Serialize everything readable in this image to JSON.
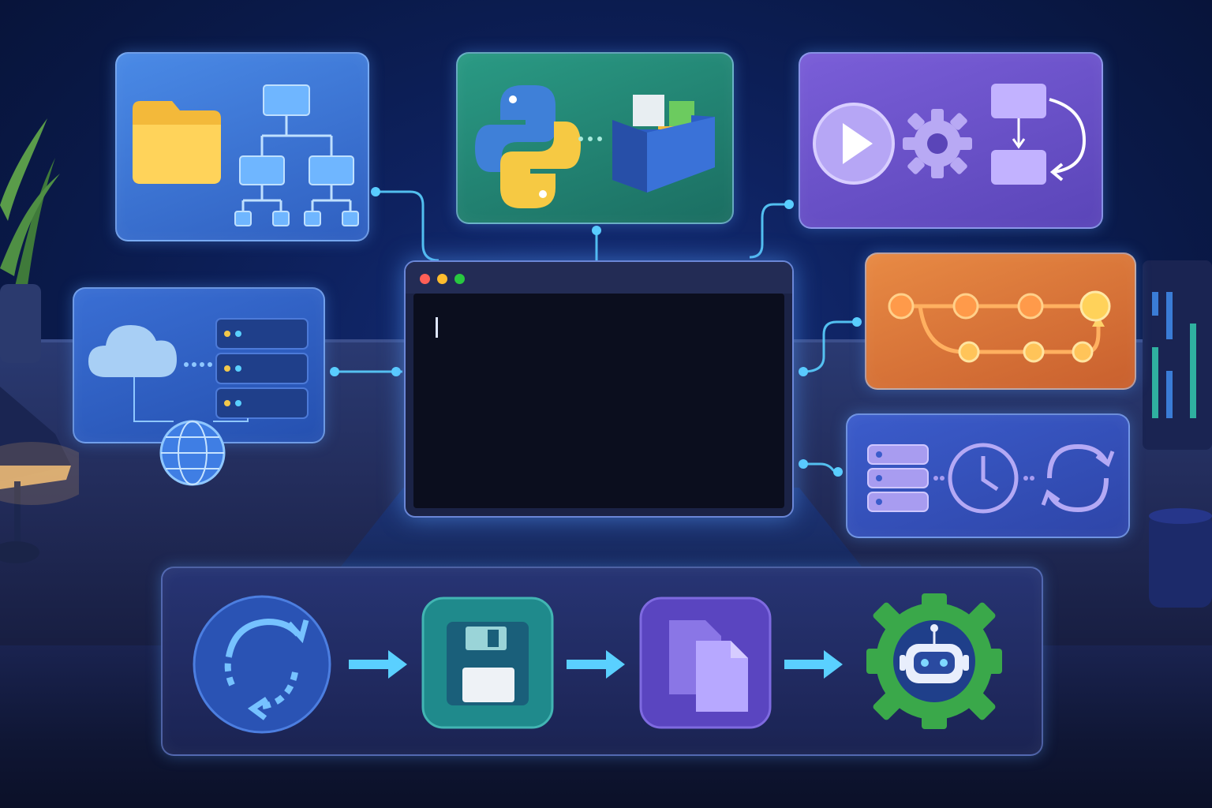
{
  "terminal": {
    "cursor": "|"
  },
  "colors": {
    "files_card": "#3b78d8",
    "python_card": "#1f7f6e",
    "automation_card": "#6a4fc4",
    "git_card": "#d9773a",
    "cloud_card": "#2f5fc2",
    "schedule_card": "#3552b8",
    "pipeline_card": "#24306a",
    "connector": "#5ad0ff"
  },
  "cards": [
    {
      "id": "files",
      "icons": [
        "folder-icon",
        "folder-tree-icon"
      ]
    },
    {
      "id": "python",
      "icons": [
        "python-logo-icon",
        "package-box-icon"
      ]
    },
    {
      "id": "automation",
      "icons": [
        "play-icon",
        "gear-icon",
        "workflow-loop-icon"
      ]
    },
    {
      "id": "cloud",
      "icons": [
        "cloud-icon",
        "server-stack-icon",
        "globe-icon"
      ]
    },
    {
      "id": "git",
      "icons": [
        "git-branch-icon"
      ]
    },
    {
      "id": "schedule",
      "icons": [
        "database-icon",
        "clock-icon",
        "refresh-icon"
      ]
    }
  ],
  "pipeline": {
    "steps": [
      "sync-icon",
      "save-disk-icon",
      "copy-files-icon",
      "robot-gear-icon"
    ]
  }
}
